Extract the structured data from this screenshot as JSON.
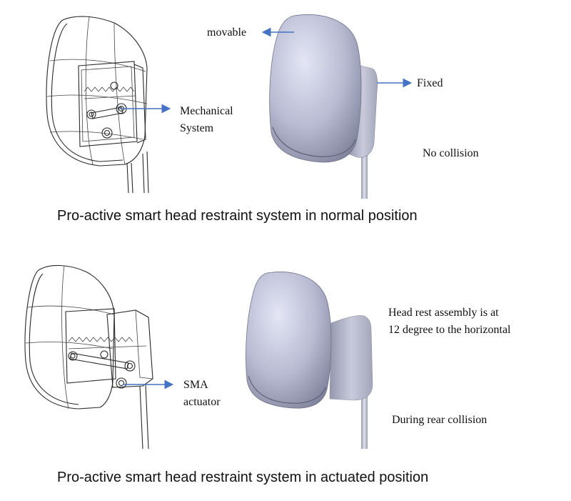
{
  "top_panel": {
    "movable_label": "movable",
    "fixed_label": "Fixed",
    "mechanical_label_line1": "Mechanical",
    "mechanical_label_line2": "System",
    "state_label": "No collision",
    "caption": "Pro-active smart head restraint system in normal position"
  },
  "bottom_panel": {
    "actuator_label_line1": "SMA",
    "actuator_label_line2": "actuator",
    "angle_note_line1": "Head rest assembly is at",
    "angle_note_line2": "12 degree to the horizontal",
    "state_label": "During rear collision",
    "caption": "Pro-active smart head restraint system in actuated position"
  },
  "colors": {
    "arrow": "#4472c4",
    "headrest_shade_light": "#d7d9ec",
    "headrest_shade_dark": "#8c8fa6"
  }
}
